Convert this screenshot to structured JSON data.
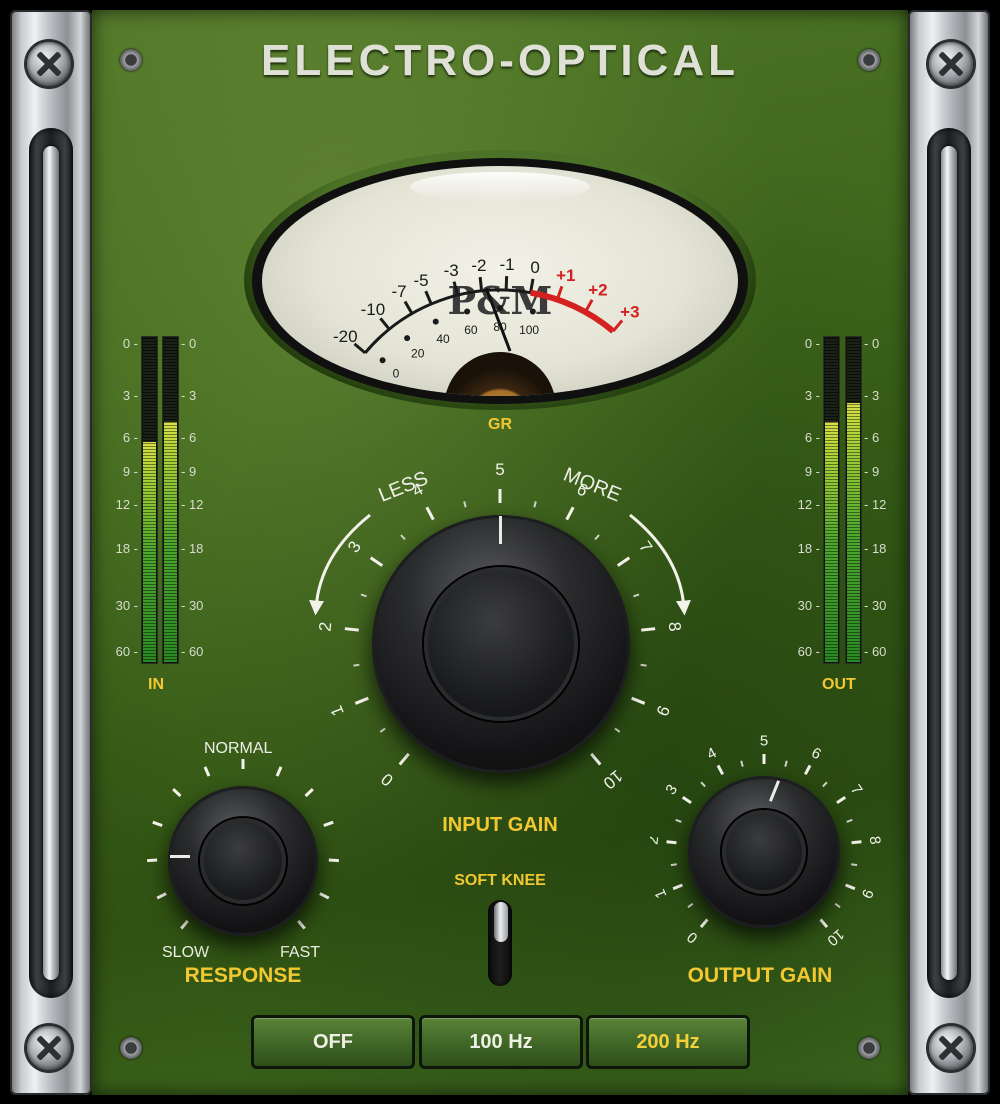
{
  "title": "ELECTRO-OPTICAL",
  "meter": {
    "brand": "P&M",
    "label": "GR",
    "db_scale": [
      "-20",
      "-10",
      "-7",
      "-5",
      "-3",
      "-2",
      "-1",
      "0",
      "+1",
      "+2",
      "+3"
    ],
    "percent_scale": [
      "0",
      "20",
      "40",
      "60",
      "80",
      "100"
    ],
    "needle_reading": "-2"
  },
  "input_meter": {
    "label": "IN",
    "scale": [
      "0",
      "3",
      "6",
      "9",
      "12",
      "18",
      "30",
      "60"
    ],
    "levels": [
      0.68,
      0.74
    ]
  },
  "output_meter": {
    "label": "OUT",
    "scale": [
      "0",
      "3",
      "6",
      "9",
      "12",
      "18",
      "30",
      "60"
    ],
    "levels": [
      0.74,
      0.8
    ]
  },
  "input_gain": {
    "label": "INPUT GAIN",
    "less_label": "LESS",
    "more_label": "MORE",
    "ticks": [
      "0",
      "1",
      "2",
      "3",
      "4",
      "5",
      "6",
      "7",
      "8",
      "9",
      "10"
    ],
    "value": 5
  },
  "output_gain": {
    "label": "OUTPUT GAIN",
    "ticks": [
      "0",
      "1",
      "2",
      "3",
      "4",
      "5",
      "6",
      "7",
      "8",
      "9",
      "10"
    ],
    "value": 5.8
  },
  "response": {
    "label": "RESPONSE",
    "normal_label": "NORMAL",
    "slow_label": "SLOW",
    "fast_label": "FAST"
  },
  "soft_knee": {
    "label": "SOFT KNEE"
  },
  "filter_buttons": [
    {
      "label": "OFF",
      "active": false
    },
    {
      "label": "100 Hz",
      "active": false
    },
    {
      "label": "200 Hz",
      "active": true
    }
  ],
  "colors": {
    "panel": "#3b6319",
    "label_yellow": "#f2c831",
    "meter_red": "#d42020"
  }
}
